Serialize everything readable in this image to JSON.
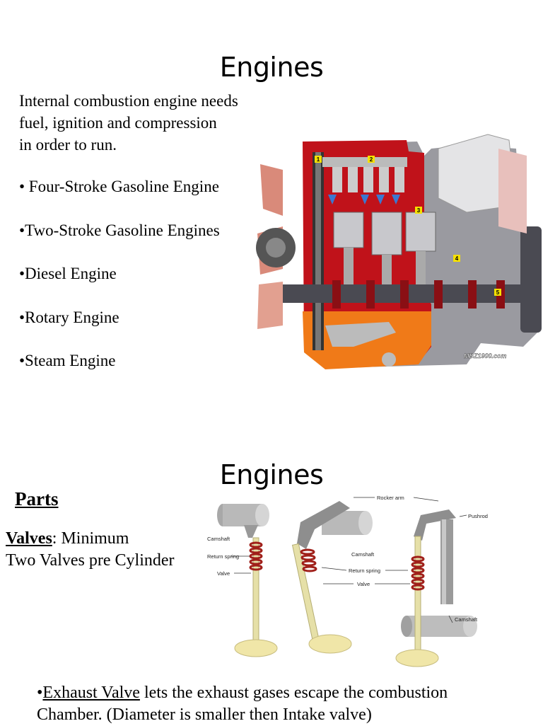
{
  "slide1": {
    "title": "Engines",
    "intro_lines": [
      "Internal combustion engine needs",
      "fuel, ignition and compression",
      "in order to run."
    ],
    "bullets": [
      "• Four-Stroke Gasoline Engine",
      "•Two-Stroke Gasoline Engines",
      "•Diesel Engine",
      "•Rotary Engine",
      "•Steam Engine"
    ],
    "image": {
      "callouts": [
        "1",
        "2",
        "3",
        "4",
        "5"
      ],
      "watermark": "MBZ1900.com"
    }
  },
  "slide2": {
    "title": "Engines",
    "parts_heading": "Parts",
    "valves_term": "Valves",
    "valves_rest": ": Minimum",
    "valves_line2": "Two Valves pre Cylinder",
    "diagram_labels": {
      "rocker_arm": "Rocker arm",
      "pushrod": "Pushrod",
      "camshaft_1": "Camshaft",
      "camshaft_2": "Camshaft",
      "camshaft_3": "Camshaft",
      "return_spring_1": "Return spring",
      "return_spring_2": "Return spring",
      "valve_1": "Valve",
      "valve_2": "Valve"
    },
    "exhaust_bullet": "•",
    "exhaust_term": "Exhaust Valve",
    "exhaust_rest": " lets the exhaust gases escape the combustion",
    "exhaust_line2": "Chamber. (Diameter is smaller then Intake valve)"
  }
}
